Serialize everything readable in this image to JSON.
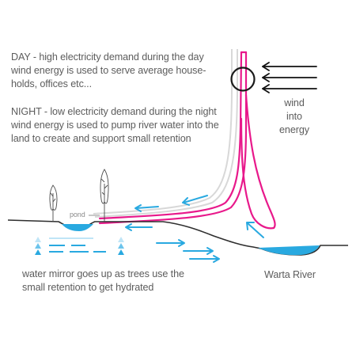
{
  "day_text": {
    "line1": "DAY - high electricity demand during the day",
    "line2": "wind energy is used to serve average house-",
    "line3": "holds, offices etc..."
  },
  "night_text": {
    "line1": "NIGHT - low electricity demand during the night",
    "line2": "wind energy is used to pump river water into the",
    "line3": "land to create and support small retention"
  },
  "wind_label": {
    "line1": "wind",
    "line2": "into",
    "line3": "energy"
  },
  "pond_label": "pond",
  "water_mirror_text": {
    "line1": "water mirror goes up as trees use the",
    "line2": "small retention to get hydrated"
  },
  "river_label": "Warta River",
  "colors": {
    "magenta": "#e8198b",
    "water_blue": "#29a9e0",
    "light_blue": "#9ed8f2",
    "ground": "#3a3a3a",
    "text": "#5c5c5c",
    "grey_line": "#d6d6d6"
  }
}
